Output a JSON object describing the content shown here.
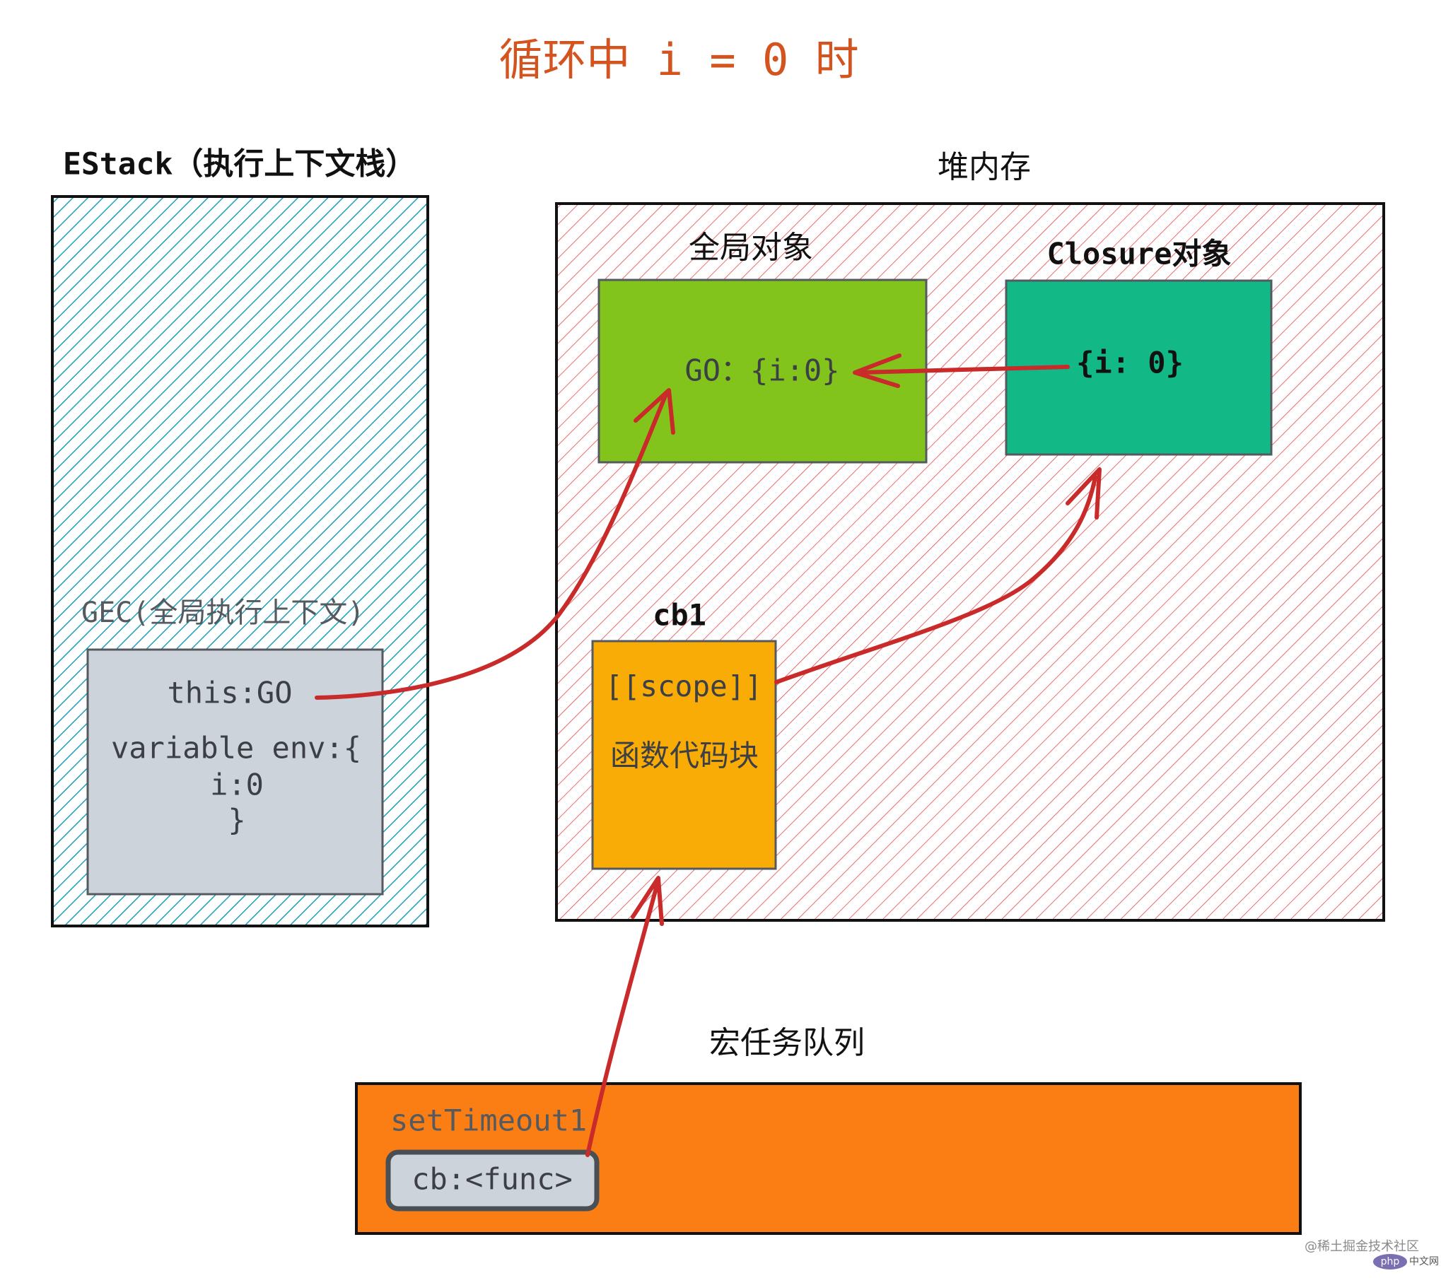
{
  "title": "循环中 i = 0 时",
  "estack": {
    "label": "EStack（执行上下文栈）",
    "gec": {
      "label": "GEC(全局执行上下文)",
      "this_line": "this:GO",
      "env_open": "variable env:{",
      "env_value": "i:0",
      "env_close": "}"
    }
  },
  "heap": {
    "label": "堆内存",
    "global_object": {
      "label": "全局对象",
      "value": "GO：{i:0}"
    },
    "closure": {
      "label": "Closure对象",
      "value": "{i: 0}"
    },
    "cb1": {
      "label": "cb1",
      "scope": "[[scope]]",
      "code": "函数代码块"
    }
  },
  "macrotask_queue": {
    "label": "宏任务队列",
    "task": {
      "name": "setTimeout1",
      "callback": "cb:<func>"
    }
  },
  "watermark": {
    "text": "@稀土掘金技术社区",
    "logo_badge": "php",
    "logo_text": "中文网"
  },
  "colors": {
    "title": "#d4541f",
    "estack_hatch": "#1f9fb8",
    "heap_hatch": "#e5484d",
    "gec_fill": "#cdd3da",
    "global_object_fill": "#82c41c",
    "closure_fill": "#12b886",
    "cb1_fill": "#f8ac05",
    "macrotask_fill": "#fb7e14",
    "callback_fill": "#cdd3da",
    "arrow": "#c92a2a",
    "logo_badge": "#7a6fb0"
  }
}
